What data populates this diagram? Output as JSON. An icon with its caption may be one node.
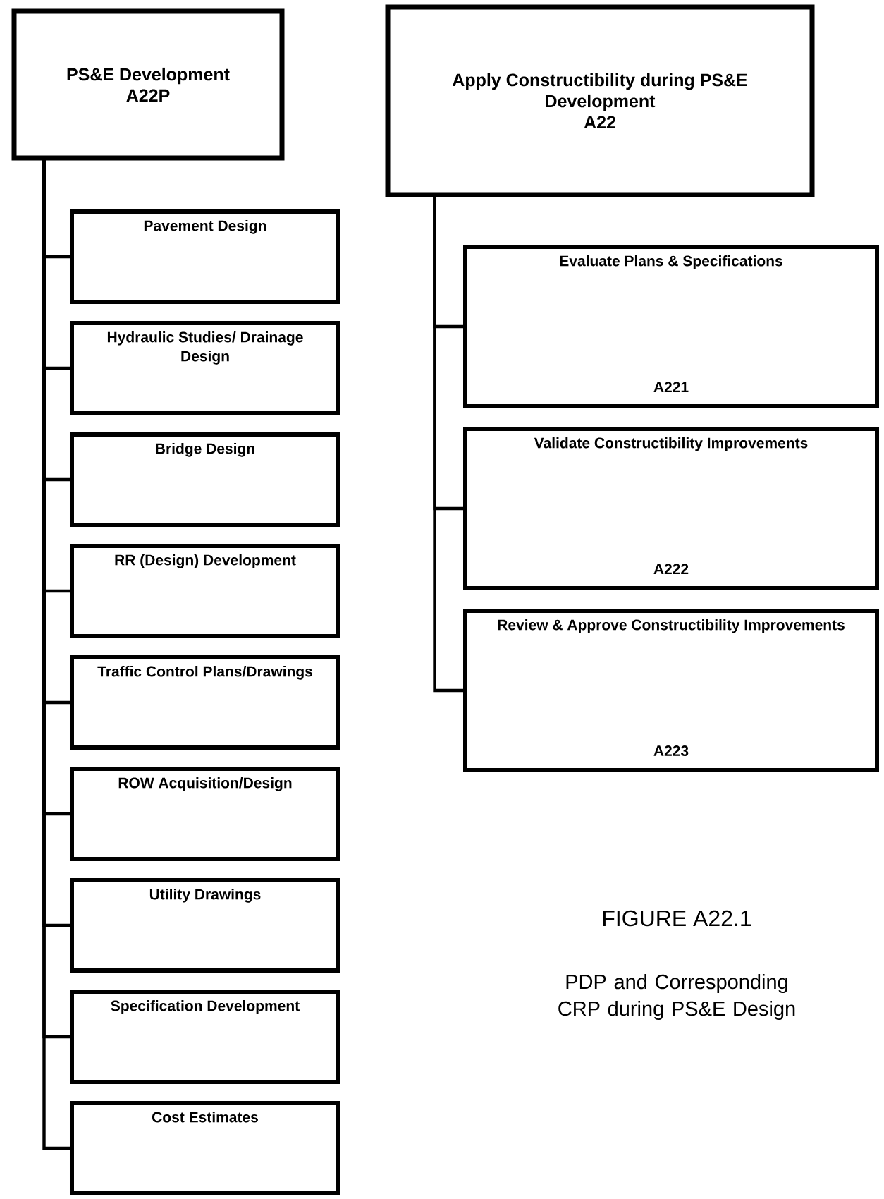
{
  "diagram": {
    "title": "FIGURE A22.1",
    "caption": "PDP and Corresponding CRP during PS&E Design",
    "nodes": [
      {
        "text": [
          "PS&E Development",
          "A22P"
        ]
      },
      {
        "text": [
          "Pavement Design"
        ]
      },
      {
        "text": [
          "Hydraulic Studies/ Drainage Design"
        ]
      },
      {
        "text": [
          "Bridge Design"
        ]
      },
      {
        "text": [
          "RR (Design) Development"
        ]
      },
      {
        "text": [
          "Traffic Control Plans/Drawings"
        ]
      },
      {
        "text": [
          "ROW Acquisition/Design"
        ]
      },
      {
        "text": [
          "Utility Drawings"
        ]
      },
      {
        "text": [
          "Specification Development"
        ]
      },
      {
        "text": [
          "Cost Estimates"
        ]
      },
      {
        "text": [
          "Apply Constructibility during PS&E Development",
          "A22"
        ]
      },
      {
        "text": [
          "Evaluate Plans & Specifications",
          "A221"
        ]
      },
      {
        "text": [
          "Validate Constructibility Improvements",
          "A222"
        ]
      },
      {
        "text": [
          "Review & Approve Constructibility Improvements",
          "A223"
        ]
      }
    ],
    "edges": [
      {
        "from": 0,
        "to": 1,
        "arrow": "none"
      },
      {
        "from": 0,
        "to": 2,
        "arrow": "none"
      },
      {
        "from": 0,
        "to": 3,
        "arrow": "none"
      },
      {
        "from": 0,
        "to": 4,
        "arrow": "none"
      },
      {
        "from": 0,
        "to": 5,
        "arrow": "none"
      },
      {
        "from": 0,
        "to": 6,
        "arrow": "none"
      },
      {
        "from": 0,
        "to": 7,
        "arrow": "none"
      },
      {
        "from": 0,
        "to": 8,
        "arrow": "none"
      },
      {
        "from": 0,
        "to": 9,
        "arrow": "none"
      },
      {
        "from": 10,
        "to": 11,
        "arrow": "none"
      },
      {
        "from": 10,
        "to": 12,
        "arrow": "none"
      },
      {
        "from": 10,
        "to": 13,
        "arrow": "none"
      }
    ]
  }
}
